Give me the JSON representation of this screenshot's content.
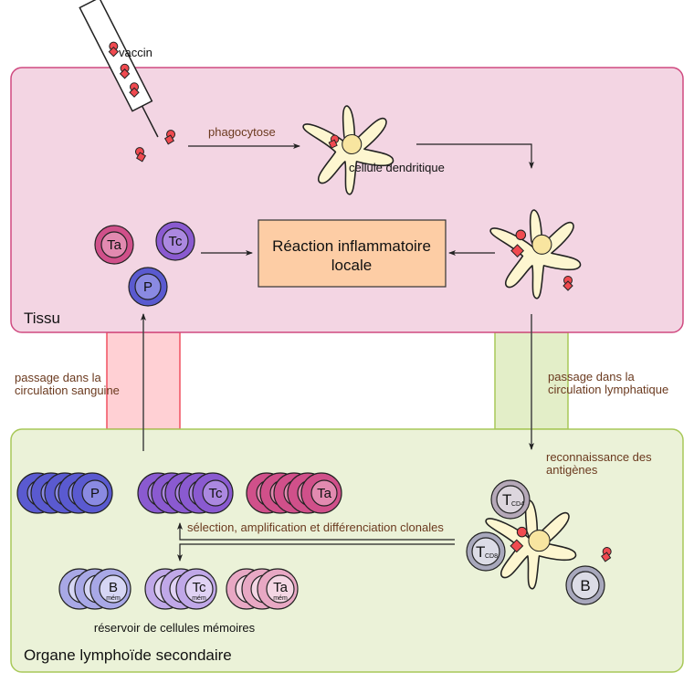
{
  "regions": {
    "tissue": {
      "title": "Tissu",
      "fill": "#f3d5e3",
      "stroke": "#d04a80"
    },
    "lymphoid_organ": {
      "title": "Organe lymphoïde secondaire",
      "fill": "#ebf2d8",
      "stroke": "#a8c858"
    }
  },
  "channels": {
    "blood": {
      "label_line1": "passage dans la",
      "label_line2": "circulation sanguine",
      "fill": "#ffd0d4",
      "stroke": "#f05060"
    },
    "lymph": {
      "label_line1": "passage dans la",
      "label_line2": "circulation lymphatique",
      "fill": "#e3eec8",
      "stroke": "#a8c858"
    }
  },
  "labels": {
    "vaccine": "vaccin",
    "phagocytosis": "phagocytose",
    "dendritic_cell": "cellule dendritique",
    "inflammation_line1": "Réaction inflammatoire",
    "inflammation_line2": "locale",
    "antigen_recognition_line1": "reconnaissance des",
    "antigen_recognition_line2": "antigènes",
    "clonal_selection": "sélection, amplification et différenciation clonales",
    "memory_reservoir": "réservoir de cellules mémoires"
  },
  "effector_cells": [
    {
      "name": "Ta",
      "letter": "Ta"
    },
    {
      "name": "Tc",
      "letter": "Tc"
    },
    {
      "name": "P",
      "letter": "P"
    }
  ],
  "clones": [
    {
      "letter": "P"
    },
    {
      "letter": "Tc"
    },
    {
      "letter": "Ta"
    }
  ],
  "memory_cells": [
    {
      "letter": "B",
      "sub": "mém"
    },
    {
      "letter": "Tc",
      "sub": "mém"
    },
    {
      "letter": "Ta",
      "sub": "mém"
    }
  ],
  "lymphocytes": {
    "tcd4": {
      "letter": "T",
      "sub": "CD4"
    },
    "tcd8": {
      "letter": "T",
      "sub": "CD8"
    },
    "b": {
      "letter": "B"
    }
  },
  "colors": {
    "antigen": "#f04a50",
    "dendritic": "#fdf6d0",
    "nucleus": "#f8e5a0",
    "inflammation_box": "#fdcda5",
    "p_cell": "#5a5ad0",
    "tc_cell": "#8a5ad0",
    "ta_cell": "#d0508a",
    "t_naive": "#b5a8b8",
    "b_naive": "#a8a8bc",
    "text_brown": "#6b3a1f"
  }
}
